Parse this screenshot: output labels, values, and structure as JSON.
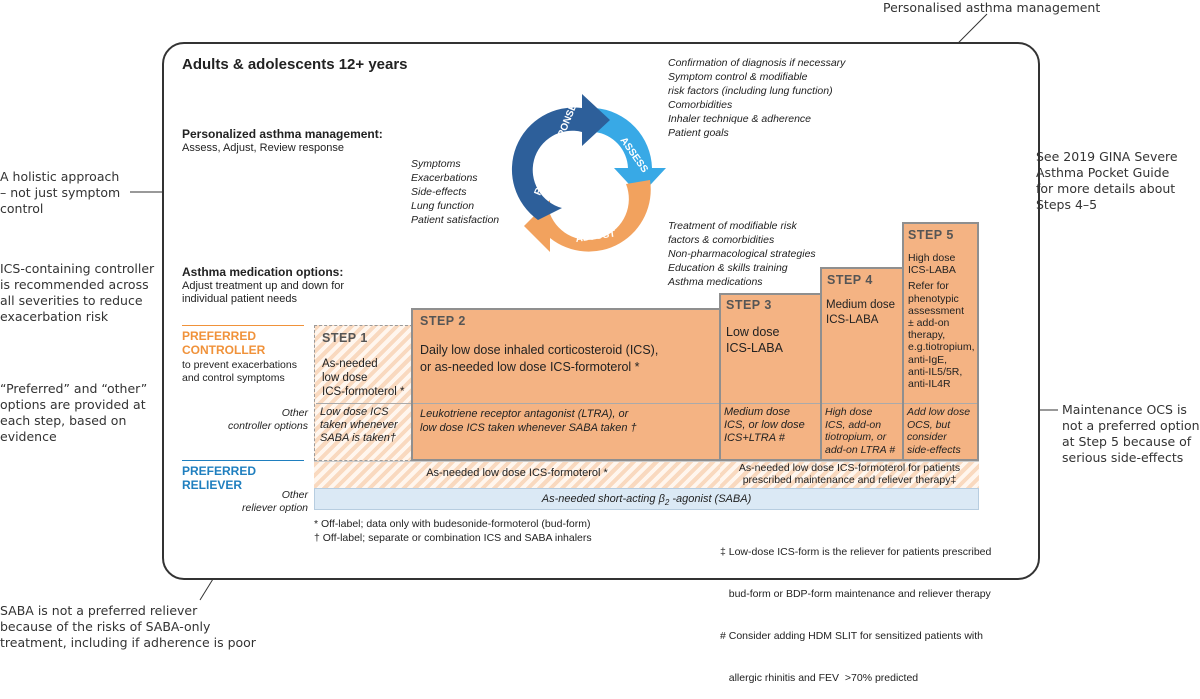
{
  "header": {
    "top_callout": "Personalised asthma management",
    "card_title": "Adults & adolescents 12+ years"
  },
  "personalized": {
    "title": "Personalized asthma management:",
    "subtitle": "Assess, Adjust, Review response",
    "review_items": [
      "Symptoms",
      "Exacerbations",
      "Side-effects",
      "Lung function",
      "Patient satisfaction"
    ],
    "assess_items": [
      "Confirmation of diagnosis if necessary",
      "Symptom control & modifiable",
      "risk factors (including lung function)",
      "Comorbidities",
      "Inhaler technique & adherence",
      "Patient goals"
    ],
    "adjust_items": [
      "Treatment of modifiable risk",
      "factors & comorbidities",
      "Non-pharmacological strategies",
      "Education & skills training",
      "Asthma medications"
    ],
    "cycle": {
      "review": "REVIEW RESPONSE",
      "assess": "ASSESS",
      "adjust": "ADJUST"
    }
  },
  "medication": {
    "title": "Asthma medication options:",
    "subtitle_lines": [
      "Adjust treatment up and down for",
      "individual patient needs"
    ],
    "controller_title_lines": [
      "PREFERRED",
      "CONTROLLER"
    ],
    "controller_sub_lines": [
      "to prevent exacerbations",
      "and control symptoms"
    ],
    "other_controller_lines": [
      "Other",
      "controller options"
    ],
    "reliever_title_lines": [
      "PREFERRED",
      "RELIEVER"
    ],
    "other_reliever_lines": [
      "Other",
      "reliever option"
    ]
  },
  "steps": [
    {
      "label": "STEP 1",
      "preferred_lines": [
        "As-needed",
        "low dose",
        "ICS-formoterol *"
      ],
      "other_lines": [
        "Low dose ICS",
        "taken whenever",
        "SABA is taken†"
      ]
    },
    {
      "label": "STEP 2",
      "preferred_lines": [
        "Daily low dose inhaled corticosteroid (ICS),",
        "or as-needed low dose ICS-formoterol *"
      ],
      "other_lines": [
        "Leukotriene receptor antagonist (LTRA), or",
        "low dose ICS taken whenever SABA taken †"
      ]
    },
    {
      "label": "STEP 3",
      "preferred_lines": [
        "Low dose",
        "ICS-LABA"
      ],
      "other_lines": [
        "Medium dose",
        "ICS, or low dose",
        "ICS+LTRA #"
      ]
    },
    {
      "label": "STEP 4",
      "preferred_lines": [
        "Medium dose",
        "ICS-LABA"
      ],
      "other_lines": [
        "High dose",
        "ICS, add-on",
        "tiotropium, or",
        "add-on LTRA #"
      ]
    },
    {
      "label": "STEP 5",
      "preferred_lines": [
        "High dose",
        "ICS-LABA",
        "Refer for",
        "phenotypic",
        "assessment",
        "± add-on",
        "therapy,",
        "e.g.tiotropium,",
        "anti-IgE,",
        "anti-IL5/5R,",
        "anti-IL4R"
      ],
      "other_lines": [
        "Add low dose",
        "OCS, but",
        "consider",
        "side-effects"
      ]
    }
  ],
  "relievers": {
    "steps12": "As-needed low dose ICS-formoterol *",
    "steps35_lines": [
      "As-needed low dose ICS-formoterol for patients",
      "prescribed maintenance and reliever therapy‡"
    ],
    "saba_pre": "As-needed short-acting ",
    "saba_beta": "β",
    "saba_sub": "2",
    "saba_post": " -agonist (SABA)"
  },
  "footnotes": {
    "left": [
      "*  Off-label; data only with budesonide-formoterol (bud-form)",
      "† Off-label; separate or combination ICS and SABA inhalers"
    ],
    "right": [
      "‡ Low-dose ICS-form is the reliever for patients prescribed",
      "   bud-form or BDP-form maintenance and reliever therapy",
      "# Consider adding HDM SLIT for sensitized patients with",
      "   allergic rhinitis and FEV  >70% predicted"
    ]
  },
  "annotations": {
    "holistic": [
      "A holistic approach",
      "– not just symptom",
      "control"
    ],
    "ics": [
      "ICS-containing controller",
      "is recommended across",
      "all severities to reduce",
      "exacerbation risk"
    ],
    "preferred_other": [
      "“Preferred” and “other”",
      "options are provided at",
      "each step, based on",
      "evidence"
    ],
    "saba": [
      "SABA is not a preferred reliever",
      "because of the risks of SABA-only",
      "treatment, including if adherence is poor"
    ],
    "severe": [
      "See 2019 GINA Severe",
      "Asthma Pocket Guide",
      "for more details about",
      "Steps 4–5"
    ],
    "ocs": [
      "Maintenance  OCS  is",
      "not a preferred option",
      "at  Step 5 because of",
      "serious side-effects"
    ]
  },
  "colors": {
    "step_fill": "#f4b383",
    "hatch": "#f9d9bf",
    "orange": "#f0923a",
    "blue": "#1f7fbf",
    "saba_fill": "#dbe9f5"
  }
}
